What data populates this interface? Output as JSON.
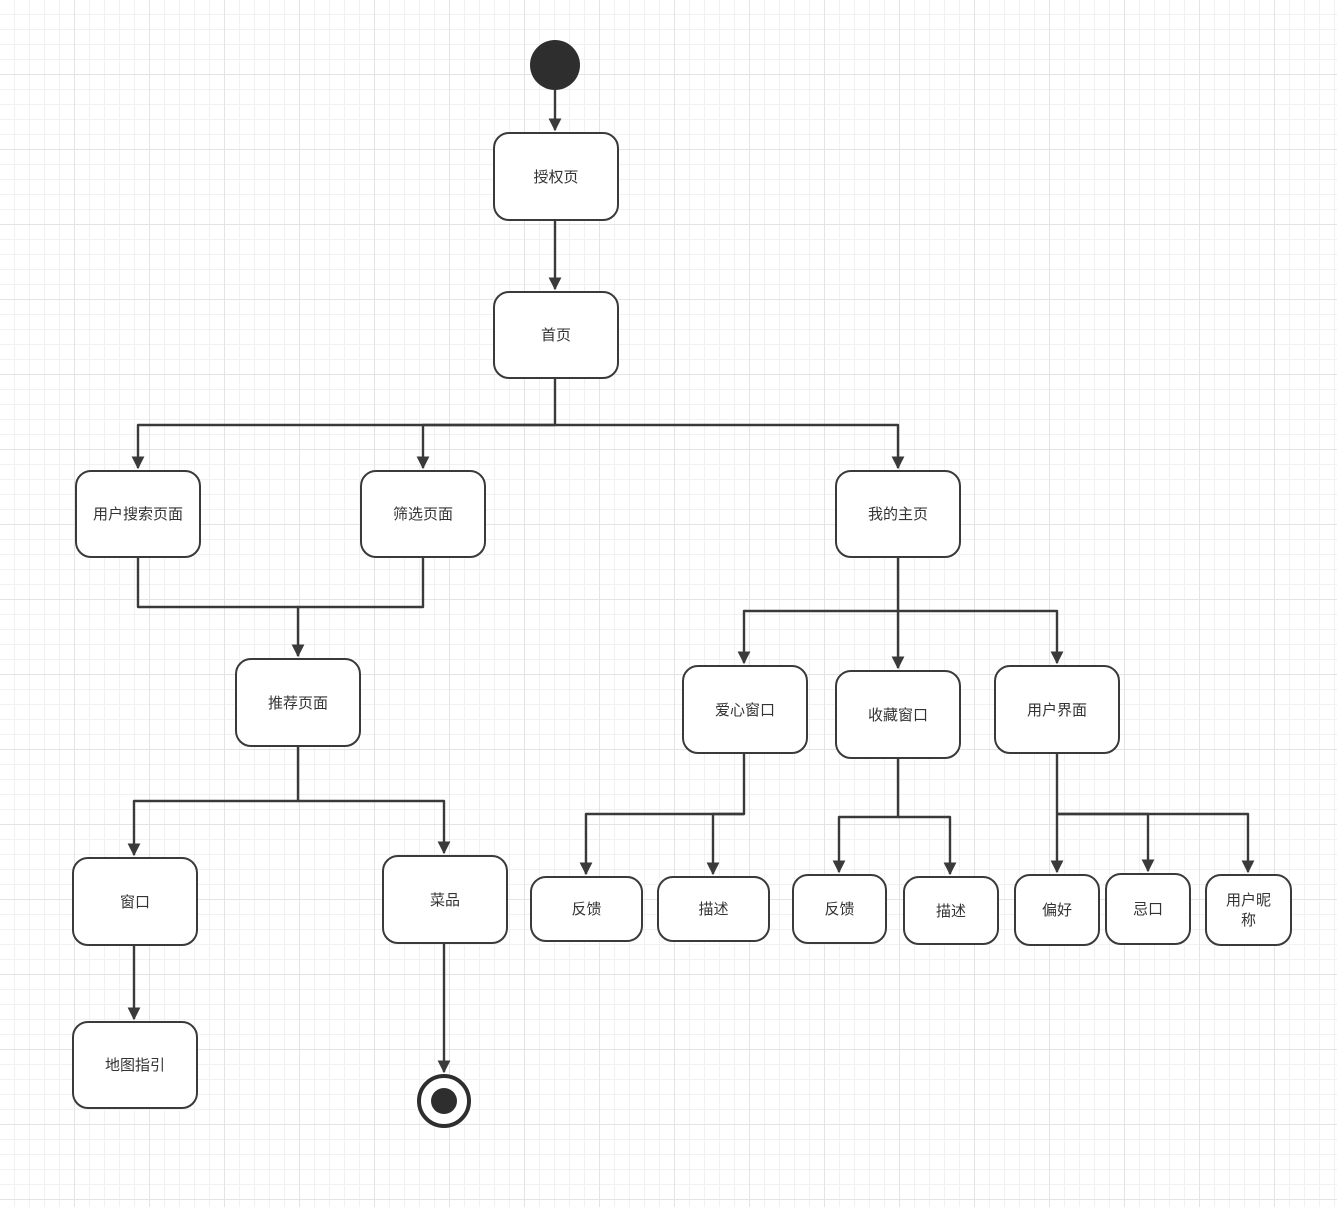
{
  "diagram": {
    "type": "activity-diagram",
    "colors": {
      "stroke": "#3a3a3a",
      "fill": "#ffffff",
      "text": "#333333",
      "grid": "#e4e4e4"
    },
    "nodes": {
      "auth": "授权页",
      "home": "首页",
      "user_search": "用户搜索页面",
      "filter": "筛选页面",
      "my_home": "我的主页",
      "recommend": "推荐页面",
      "love_window": "爱心窗口",
      "favorite_window": "收藏窗口",
      "user_ui": "用户界面",
      "window": "窗口",
      "dish": "菜品",
      "map_guide": "地图指引",
      "feedback_1": "反馈",
      "describe_1": "描述",
      "feedback_2": "反馈",
      "describe_2": "描述",
      "preference": "偏好",
      "taboo": "忌口",
      "nickname": "用户昵\n称"
    },
    "edges": [
      [
        "start",
        "auth"
      ],
      [
        "auth",
        "home"
      ],
      [
        "home",
        "user_search"
      ],
      [
        "home",
        "filter"
      ],
      [
        "home",
        "my_home"
      ],
      [
        "user_search",
        "recommend"
      ],
      [
        "filter",
        "recommend"
      ],
      [
        "recommend",
        "window"
      ],
      [
        "recommend",
        "dish"
      ],
      [
        "window",
        "map_guide"
      ],
      [
        "dish",
        "end"
      ],
      [
        "my_home",
        "love_window"
      ],
      [
        "my_home",
        "favorite_window"
      ],
      [
        "my_home",
        "user_ui"
      ],
      [
        "love_window",
        "feedback_1"
      ],
      [
        "love_window",
        "describe_1"
      ],
      [
        "favorite_window",
        "feedback_2"
      ],
      [
        "favorite_window",
        "describe_2"
      ],
      [
        "user_ui",
        "preference"
      ],
      [
        "user_ui",
        "taboo"
      ],
      [
        "user_ui",
        "nickname"
      ]
    ]
  }
}
